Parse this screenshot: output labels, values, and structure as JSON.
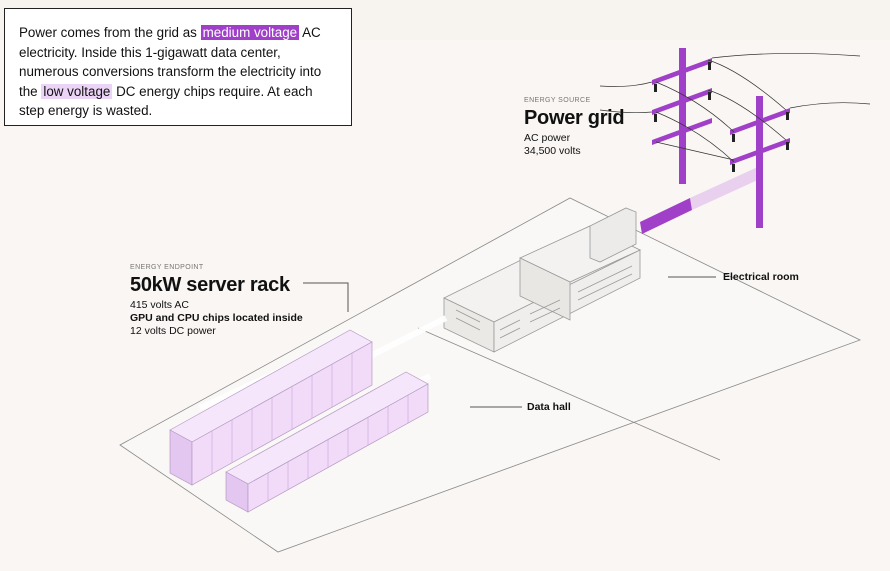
{
  "intro": {
    "part1": "Power comes from the grid as ",
    "highlight_medium": "medium voltage",
    "part2": " AC electricity. Inside this 1-gigawatt data center, numerous conversions transform the electricity into the ",
    "highlight_low": "low voltage",
    "part3": " DC energy chips require. At each step energy is wasted."
  },
  "power_grid": {
    "eyebrow": "ENERGY SOURCE",
    "title": "Power grid",
    "line1": "AC power",
    "line2": "34,500 volts"
  },
  "server_rack": {
    "eyebrow": "ENERGY ENDPOINT",
    "title": "50kW server rack",
    "line1": "415 volts AC",
    "line2": "GPU and CPU chips located inside",
    "line3": "12 volts DC power"
  },
  "callouts": {
    "electrical_room": "Electrical room",
    "data_hall": "Data hall"
  },
  "colors": {
    "accent": "#a040c8",
    "accent_light": "#ecd4f6",
    "rack_fill": "#f1dbf8",
    "background": "#f7f4f0"
  }
}
